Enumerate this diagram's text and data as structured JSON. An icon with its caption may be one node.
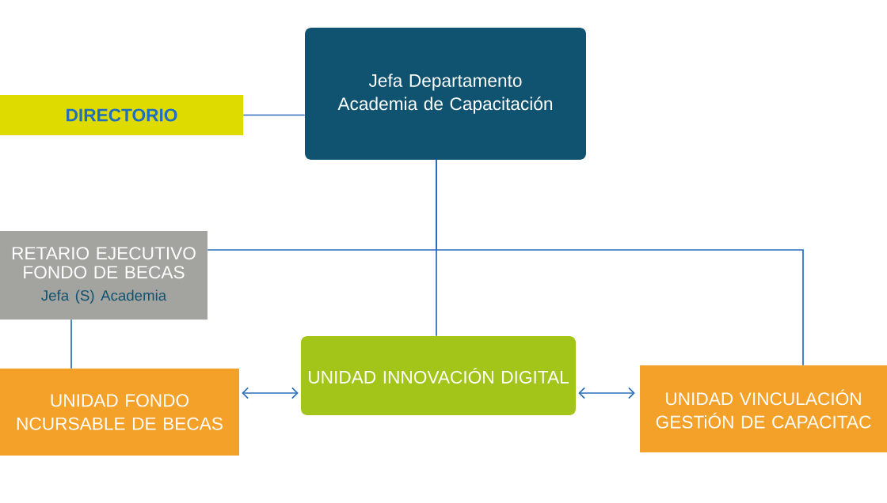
{
  "diagram": {
    "nodes": [
      {
        "text": [
          "Jefa Departamento Academia de Capacitación"
        ]
      },
      {
        "text": [
          "DIRECTORIO"
        ]
      },
      {
        "text": [
          "RETARIO EJECUTIVO FONDO DE BECAS",
          "Jefa (S) Academia"
        ]
      },
      {
        "text": [
          "UNIDAD FONDO NCURSABLE DE BECAS"
        ]
      },
      {
        "text": [
          "UNIDAD INNOVACIÓN DIGITAL"
        ]
      },
      {
        "text": [
          "UNIDAD VINCULACIÓN GESTiÓN DE CAPACITAC"
        ]
      }
    ],
    "edges": [
      {
        "from": 1,
        "to": 0,
        "arrow": "none"
      },
      {
        "from": 0,
        "to": 4,
        "arrow": "none"
      },
      {
        "from": 0,
        "to": 2,
        "arrow": "none"
      },
      {
        "from": 0,
        "to": 5,
        "arrow": "none"
      },
      {
        "from": 2,
        "to": 3,
        "arrow": "none"
      },
      {
        "from": 3,
        "to": 4,
        "arrow": "both"
      },
      {
        "from": 4,
        "to": 5,
        "arrow": "both"
      }
    ]
  }
}
